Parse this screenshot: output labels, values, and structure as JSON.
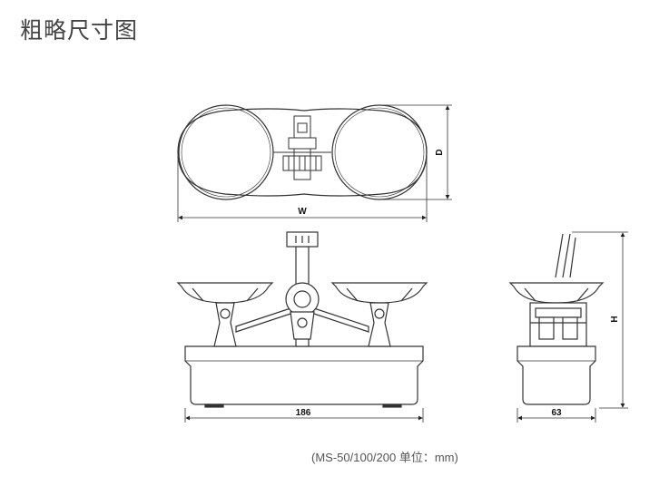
{
  "page": {
    "title": "粗略尺寸图"
  },
  "diagram": {
    "top_view": {
      "width_label": "W",
      "depth_label": "D"
    },
    "front_view": {
      "width_label": "186"
    },
    "side_view": {
      "width_label": "63",
      "height_label": "H"
    },
    "note": "(MS-50/100/200 单位：mm)"
  }
}
